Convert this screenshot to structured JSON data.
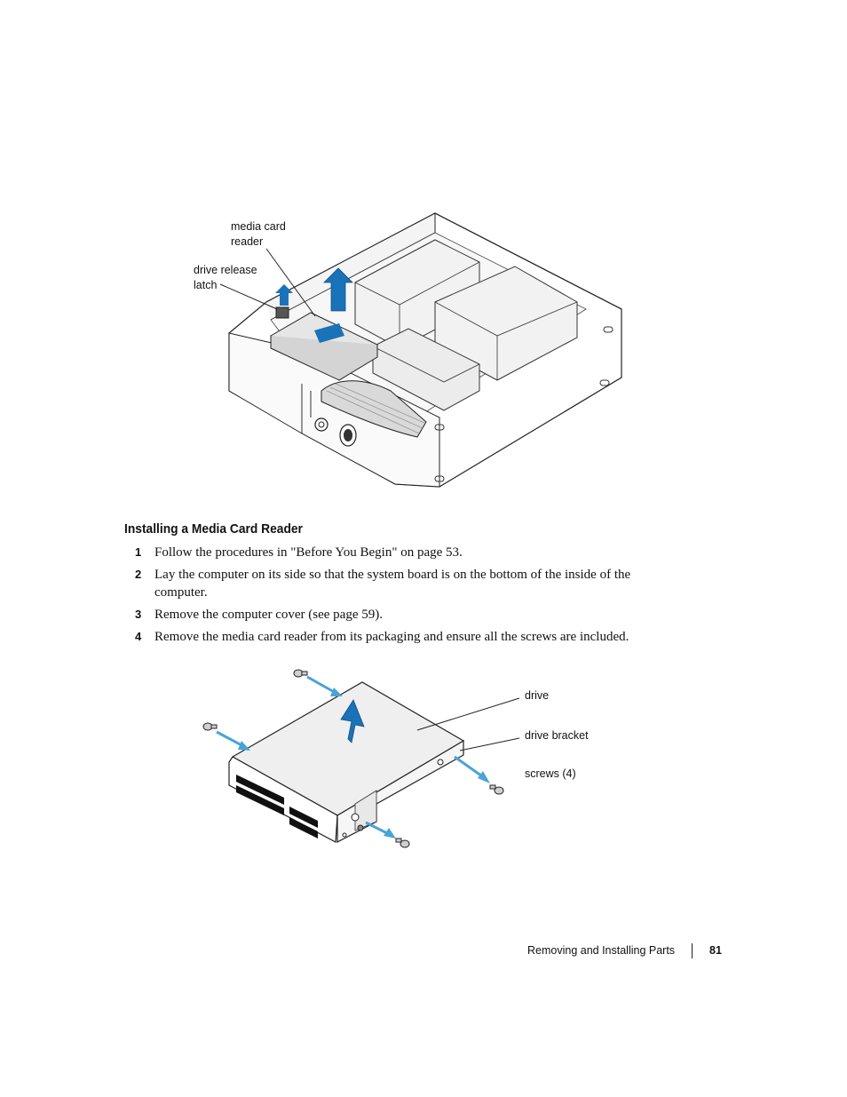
{
  "figure1": {
    "callouts": {
      "media_card_reader": "media card\nreader",
      "drive_release_latch": "drive release\nlatch"
    }
  },
  "section": {
    "title": "Installing a Media Card Reader",
    "steps": [
      {
        "num": "1",
        "text": "Follow the procedures in \"Before You Begin\" on page 53."
      },
      {
        "num": "2",
        "text": "Lay the computer on its side so that the system board is on the bottom of the inside of the computer."
      },
      {
        "num": "3",
        "text": "Remove the computer cover (see page 59)."
      },
      {
        "num": "4",
        "text": "Remove the media card reader from its packaging and ensure all the screws are included."
      }
    ]
  },
  "figure2": {
    "callouts": {
      "drive": "drive",
      "drive_bracket": "drive bracket",
      "screws": "screws (4)"
    }
  },
  "footer": {
    "section_name": "Removing and Installing Parts",
    "page_number": "81"
  },
  "colors": {
    "arrow_blue": "#1a73b8",
    "arrow_light_blue": "#4aa3d8",
    "line": "#222222"
  }
}
